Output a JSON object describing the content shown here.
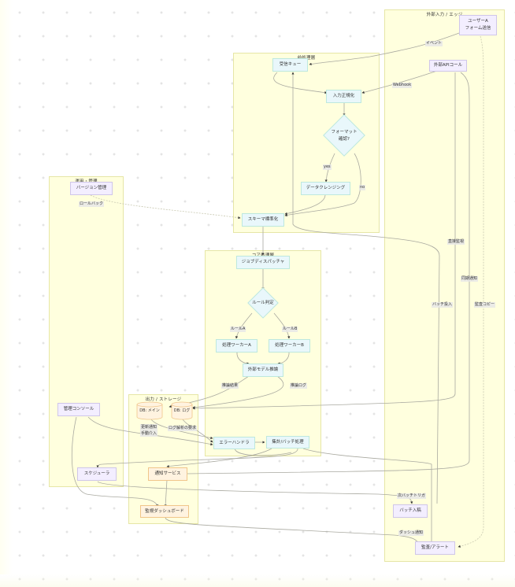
{
  "clusters": {
    "edge_external": {
      "title": "外部入力 / エッジ"
    },
    "preprocess": {
      "title": "前処理層"
    },
    "ops": {
      "title": "運用・管理"
    },
    "core": {
      "title": "コア処理層"
    },
    "output_storage": {
      "title": "出力 / ストレージ"
    }
  },
  "nodes": {
    "user_form": {
      "line1": "ユーザーA",
      "line2": "フォーム送信"
    },
    "external_api": {
      "label": "外部APIコール"
    },
    "receive_queue": {
      "label": "受信キュー"
    },
    "input_normalize": {
      "label": "入力正規化"
    },
    "format_check": {
      "line1": "フォーマット",
      "line2": "確認?"
    },
    "data_cleansing": {
      "label": "データクレンジング"
    },
    "schema_standardize": {
      "label": "スキーマ標準化"
    },
    "version_mgmt": {
      "label": "バージョン管理"
    },
    "job_dispatcher": {
      "label": "ジョブディスパッチャ"
    },
    "rule_decision": {
      "label": "ルール判定"
    },
    "worker_a": {
      "label": "処理ワーカーA"
    },
    "worker_b": {
      "label": "処理ワーカーB"
    },
    "external_model": {
      "label": "外部モデル推論"
    },
    "db_main": {
      "label": "DB: メイン"
    },
    "db_log": {
      "label": "DB: ログ"
    },
    "error_handler": {
      "label": "エラーハンドラ"
    },
    "aggregate_batch": {
      "label": "集計/バッチ処理"
    },
    "admin_console": {
      "label": "管理コンソール"
    },
    "scheduler": {
      "label": "スケジューラ"
    },
    "notification_service": {
      "label": "通知サービス"
    },
    "monitoring_dashboard": {
      "label": "監視ダッシュボード"
    },
    "batch_input": {
      "label": "バッチ入稿"
    },
    "monitor_alert": {
      "label": "監査/アラート"
    }
  },
  "edge_labels": {
    "event": "イベント",
    "webhook": "Webhook",
    "yes": "yes",
    "no": "no",
    "rollback": "ロールバック",
    "rule_a": "ルールA",
    "rule_b": "ルールB",
    "inference_result": "推論結果",
    "inference_log": "推論ログ",
    "update_notify_line1": "更新通知",
    "update_notify_line2": "手動介入",
    "log_analysis": "ログ解析の要求",
    "direct_monitor": "直接監視",
    "sync_notify": "同期通知",
    "batch_input_edge": "バッチ投入",
    "audit_copy": "監査コピー",
    "next_batch_trigger": "次バッチトリガ",
    "dash_notify": "ダッシュ通知"
  }
}
